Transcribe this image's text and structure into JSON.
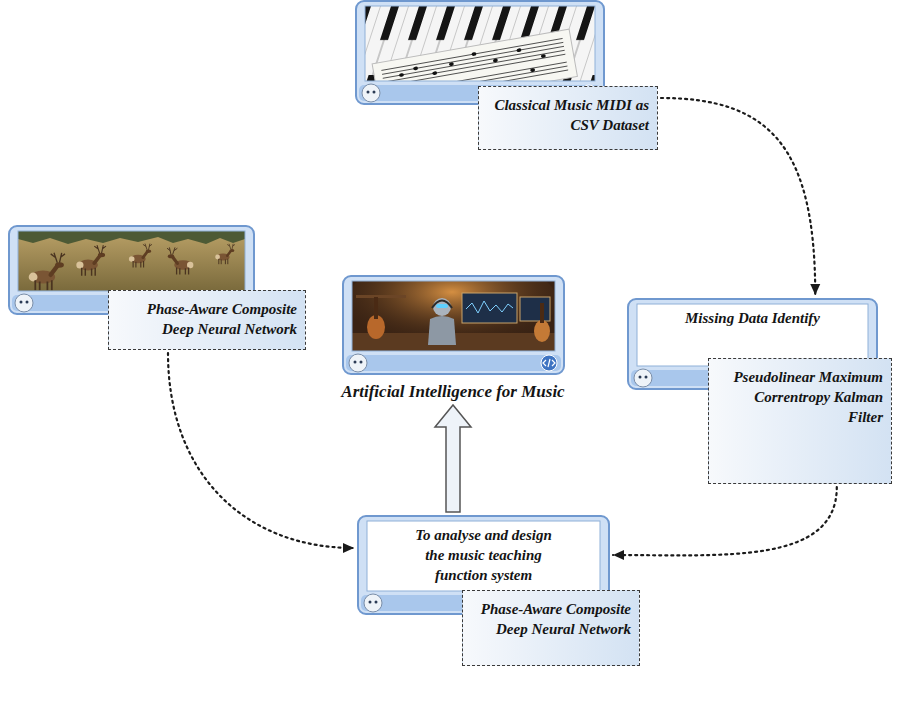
{
  "diagram": {
    "nodes": [
      {
        "text": [
          "Classical Music MIDI as CSV Dataset"
        ]
      },
      {
        "text": [
          "Phase-Aware Composite Deep Neural Network"
        ]
      },
      {
        "text": [
          "Artificial Intelligence for Music"
        ]
      },
      {
        "text": [
          "Missing Data Identify"
        ]
      },
      {
        "text": [
          "Pseudolinear Maximum Correntropy Kalman Filter"
        ]
      },
      {
        "text": [
          "To analyse and design the music teaching function system"
        ]
      },
      {
        "text": [
          "Phase-Aware Composite Deep Neural Network"
        ]
      }
    ],
    "edges": [
      {
        "from": 0,
        "to": 3,
        "arrow": "to"
      },
      {
        "from": 4,
        "to": 5,
        "arrow": "to"
      },
      {
        "from": 1,
        "to": 5,
        "arrow": "to"
      },
      {
        "from": 5,
        "to": 2,
        "arrow": "to"
      }
    ]
  }
}
